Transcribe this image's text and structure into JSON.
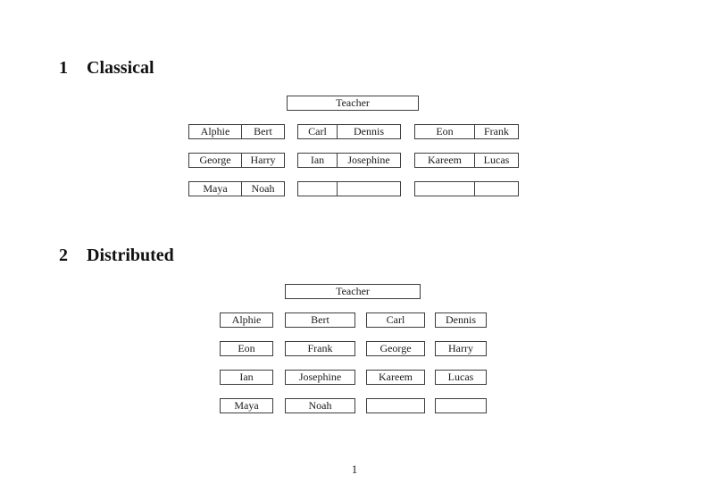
{
  "page_number": "1",
  "sections": {
    "classical": {
      "number": "1",
      "title": "Classical"
    },
    "distributed": {
      "number": "2",
      "title": "Distributed"
    }
  },
  "classical": {
    "teacher_label": "Teacher",
    "desks": [
      {
        "left": "Alphie",
        "right": "Bert"
      },
      {
        "left": "Carl",
        "right": "Dennis"
      },
      {
        "left": "Eon",
        "right": "Frank"
      },
      {
        "left": "George",
        "right": "Harry"
      },
      {
        "left": "Ian",
        "right": "Josephine"
      },
      {
        "left": "Kareem",
        "right": "Lucas"
      },
      {
        "left": "Maya",
        "right": "Noah"
      },
      {
        "left": "",
        "right": ""
      },
      {
        "left": "",
        "right": ""
      }
    ]
  },
  "distributed": {
    "teacher_label": "Teacher",
    "seats": [
      "Alphie",
      "Bert",
      "Carl",
      "Dennis",
      "Eon",
      "Frank",
      "George",
      "Harry",
      "Ian",
      "Josephine",
      "Kareem",
      "Lucas",
      "Maya",
      "Noah",
      "",
      ""
    ]
  },
  "colors": {
    "background": "#ffffff",
    "text": "#1a1a1a",
    "border": "#3d3d3d"
  }
}
